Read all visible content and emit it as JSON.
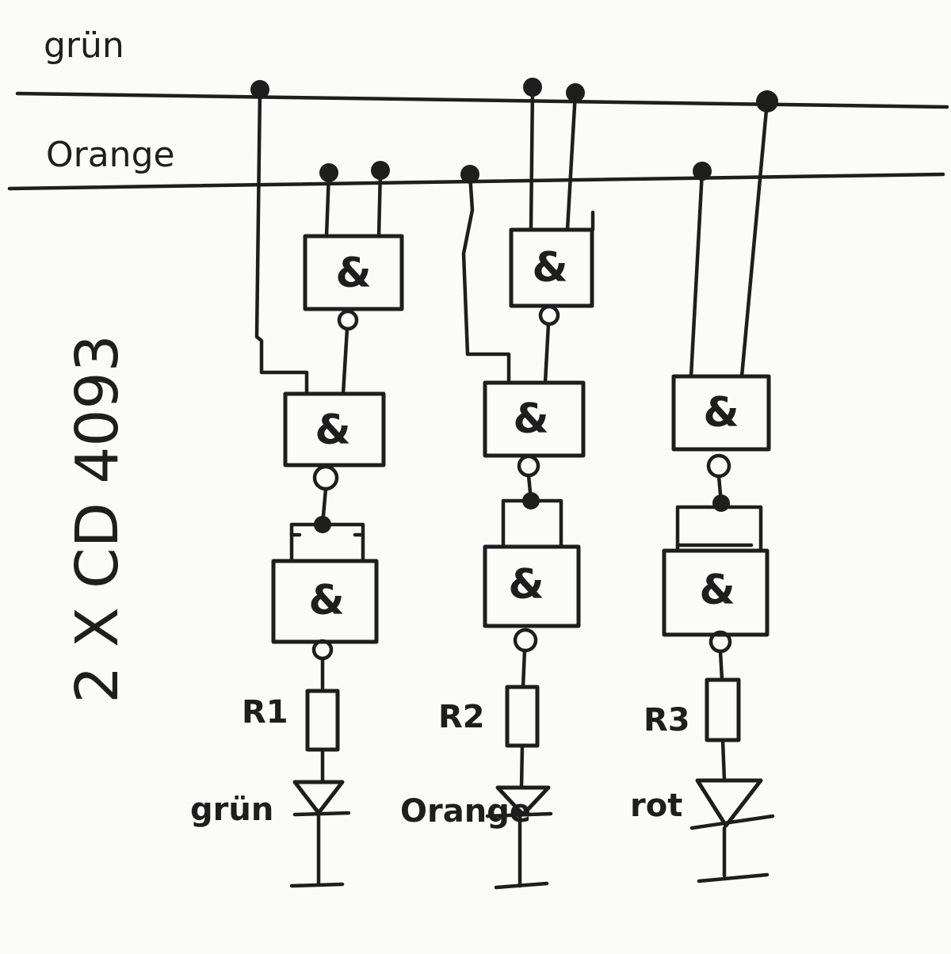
{
  "rails": {
    "gruen": "grün",
    "orange": "Orange"
  },
  "chip_label": "2 X CD 4093",
  "gate_symbol": "&",
  "channels": [
    {
      "resistor": "R1",
      "led": "grün"
    },
    {
      "resistor": "R2",
      "led": "Orange"
    },
    {
      "resistor": "R3",
      "led": "rot"
    }
  ],
  "colors": {
    "ink": "#1e1e1e",
    "paper": "#fbfbfa"
  }
}
